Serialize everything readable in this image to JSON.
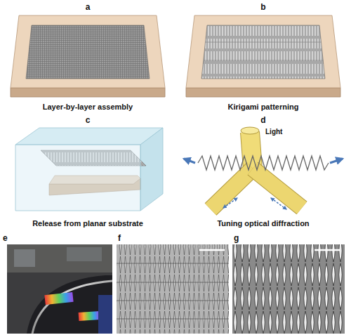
{
  "diagram": {
    "labels": [
      "a",
      "Layer-by-layer assembly",
      "b",
      "Kirigami patterning",
      "c",
      "Release from planar substrate",
      "d",
      "Light",
      "Tuning optical diffraction",
      "e",
      "f",
      "g"
    ]
  }
}
